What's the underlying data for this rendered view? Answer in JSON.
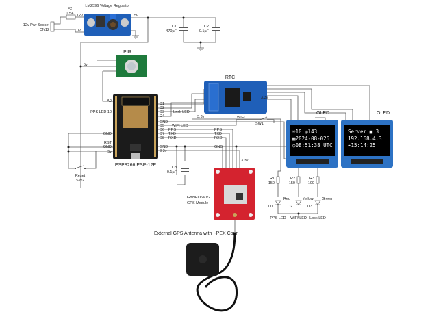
{
  "regulator": {
    "title": "LM2596 Voltage Regulator",
    "in_label": "12v",
    "gnd_label": "0v",
    "out_label": "5v"
  },
  "fuse": {
    "ref": "F2",
    "value": "0.5A"
  },
  "power_socket": {
    "label": "12v Pwr Socket",
    "ref": "CN12"
  },
  "c1": {
    "ref": "C1",
    "value": "470µF"
  },
  "c2": {
    "ref": "C2",
    "value": "0.1µF"
  },
  "c3": {
    "ref": "C3",
    "value": "0.1µF"
  },
  "pir": {
    "label": "PIR",
    "supply": "5v"
  },
  "esp": {
    "label": "ESP8266 ESP-12E",
    "left_pins": [
      "A0",
      "PPS LED 10",
      "GND",
      "RST",
      "GND",
      "5v"
    ],
    "right_pins": [
      "D1",
      "D2",
      "D3",
      "D4",
      "GND",
      "D5",
      "D6",
      "D7",
      "D8",
      "GND",
      "3.3v"
    ],
    "net_labels": [
      "Lock LED",
      "WIFI LED",
      "PPS",
      "TXD",
      "RXD"
    ]
  },
  "rtc": {
    "label": "RTC",
    "supply": "3.3v"
  },
  "net_3v3": "3.3v",
  "gps_nets": [
    "PPS",
    "TXD",
    "RXD",
    "GND",
    "3.3v"
  ],
  "wifi_switch": {
    "label": "WIFI",
    "ref": "SW1"
  },
  "reset_switch": {
    "label": "Reset",
    "ref": "SW2"
  },
  "oled1": {
    "label": "OLED",
    "lines": [
      "☀10   ◎143",
      "▦2024-08-026",
      "◷08:51:38 UTC"
    ]
  },
  "oled2": {
    "label": "OLED",
    "lines": [
      "Server  ▣ 3",
      "192.168.4.3",
      "⌁15:14:25"
    ]
  },
  "resistors": [
    {
      "ref": "R1",
      "value": "150"
    },
    {
      "ref": "R2",
      "value": "150"
    },
    {
      "ref": "R3",
      "value": "100"
    }
  ],
  "leds": [
    {
      "ref": "D1",
      "color": "Red",
      "net": "PPS LED"
    },
    {
      "ref": "D2",
      "color": "Yellow",
      "net": "WIFI LED"
    },
    {
      "ref": "D3",
      "color": "Green",
      "net": "Lock LED"
    }
  ],
  "gps": {
    "label": "GYNEO6MV2",
    "sublabel": "GPS Module"
  },
  "antenna": {
    "label": "External GPS Antenna with I-PEX Conn"
  },
  "colors": {
    "board_blue": "#1f5fb8",
    "esp_black": "#1b1b1b",
    "gps_red": "#d4232f",
    "pir_green": "#1e7a3c"
  }
}
